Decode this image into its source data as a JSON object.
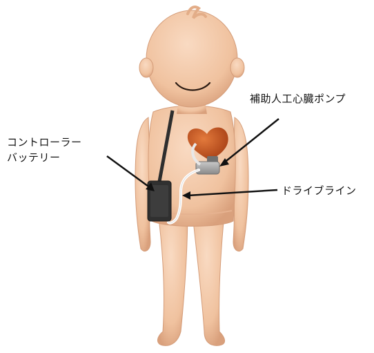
{
  "labels": {
    "pump": "補助人工心臓ポンプ",
    "controller": "コントローラー",
    "battery": "バッテリー",
    "driveline": "ドライブライン"
  },
  "colors": {
    "skin": "#f2c4a0",
    "skin_shadow": "#d99f7c",
    "heart": "#c4521f",
    "device_gray": "#9a9a9a",
    "controller_body": "#333333",
    "cable": "#ffffff",
    "arrow": "#111111"
  },
  "icons": {
    "figure": "child-figure",
    "heart": "heart-icon",
    "pump": "pump-device",
    "controller": "controller-battery-device"
  }
}
